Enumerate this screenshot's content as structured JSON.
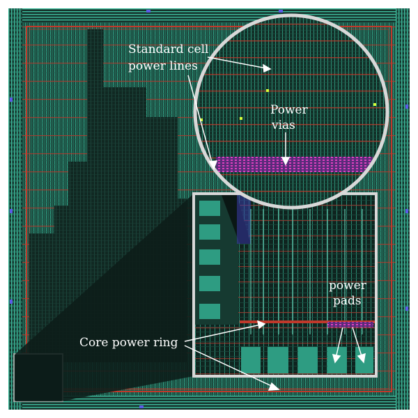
{
  "figure": {
    "colors": {
      "background": "#ffffff",
      "die_fill": "#1d4a40",
      "die_edge": "#5fe3bf",
      "cell_dark": "#122b25",
      "metal_teal": "#3fbf9f",
      "power_line_red": "#c0392b",
      "via_magenta": "#e040c0",
      "magnifier_border": "#d8d8d8",
      "annotation": "#ffffff"
    },
    "annotations": {
      "standard_cell_line1": "Standard cell",
      "standard_cell_line2": "power lines",
      "power_vias_line1": "Power",
      "power_vias_line2": "vias",
      "power_pads_line1": "power",
      "power_pads_line2": "pads",
      "core_power_ring": "Core power ring"
    }
  }
}
